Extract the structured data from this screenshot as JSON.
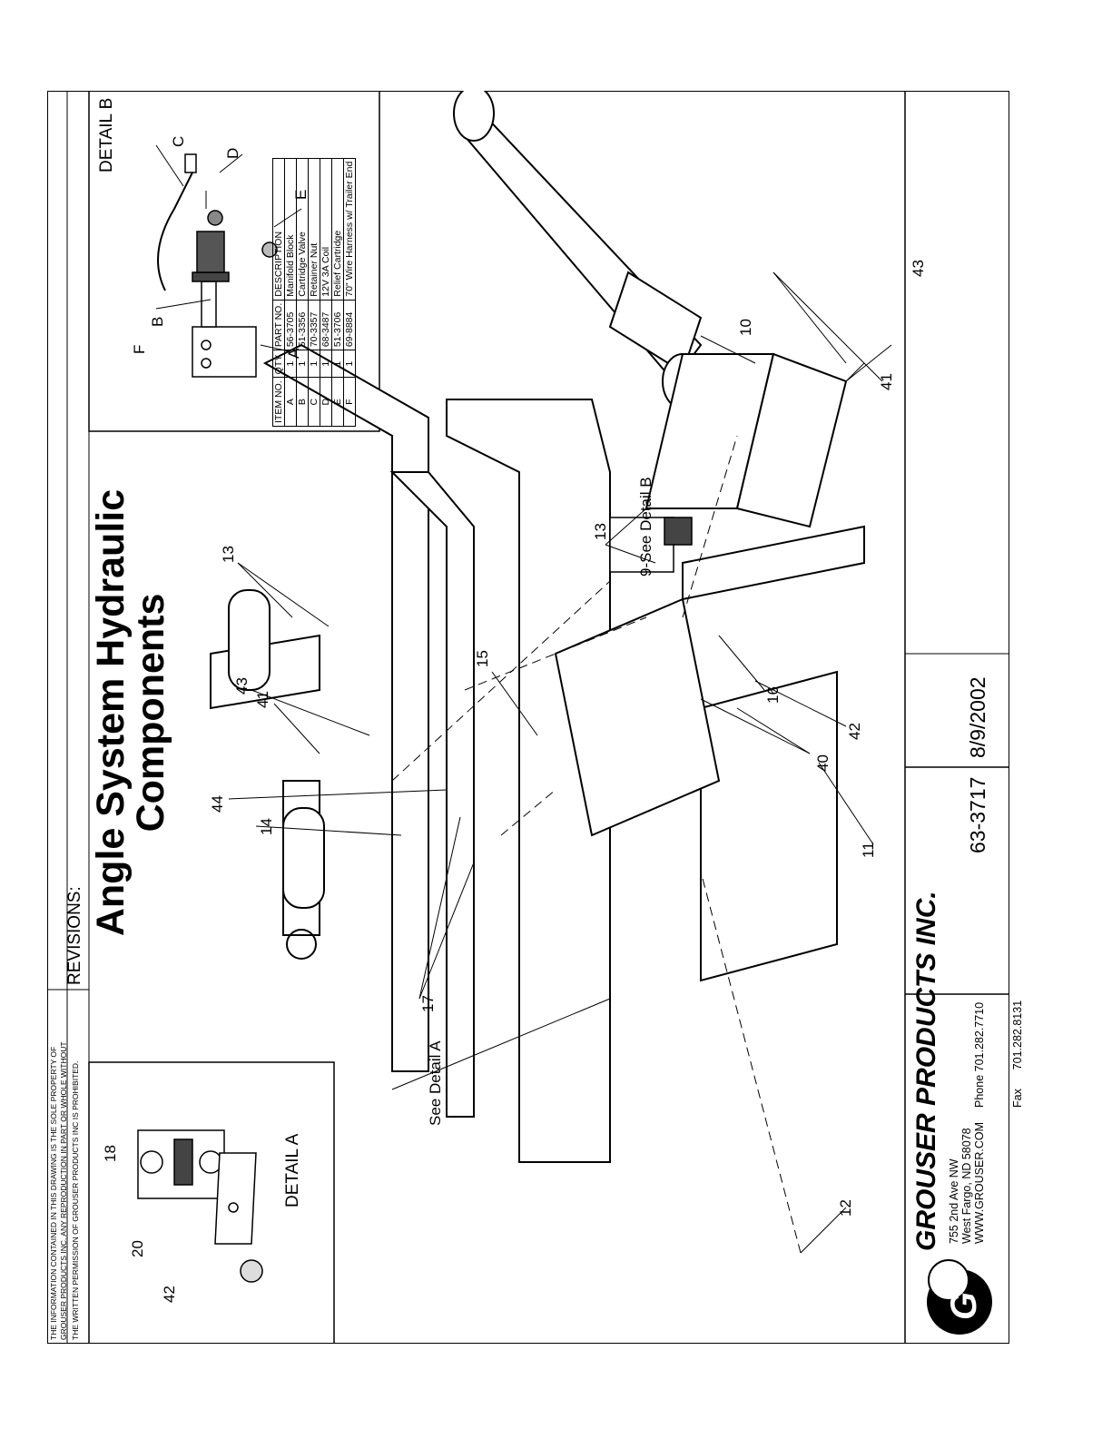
{
  "notice": {
    "line1": "THE INFORMATION CONTAINED IN THIS DRAWING IS THE SOLE PROPERTY OF",
    "line2": "GROUSER PRODUCTS INC. ANY REPRODUCTION IN PART OR WHOLE WITHOUT",
    "line3": "THE WRITTEN PERMISSION OF GROUSER PRODUCTS INC IS PROHIBITED."
  },
  "revisions_label": "REVISIONS:",
  "title": {
    "line1": "Angle System Hydraulic",
    "line2": "Components"
  },
  "detail_a": {
    "label": "DETAIL A",
    "callouts": [
      "18",
      "20",
      "42"
    ]
  },
  "detail_b": {
    "label": "DETAIL B",
    "callouts": [
      "A",
      "B",
      "C",
      "D",
      "E",
      "F"
    ]
  },
  "parts_table": {
    "headers": [
      "ITEM NO.",
      "QTY.",
      "PART NO.",
      "DESCRIPTION"
    ],
    "rows": [
      [
        "A",
        "1",
        "56-3705",
        "Manifold Block"
      ],
      [
        "B",
        "1",
        "51-3356",
        "Cartridge Valve"
      ],
      [
        "C",
        "1",
        "70-3357",
        "Retainer Nut"
      ],
      [
        "D",
        "1",
        "68-3487",
        "12V 3A Coil"
      ],
      [
        "E",
        "1",
        "51-3706",
        "Relief Cartridge"
      ],
      [
        "F",
        "1",
        "69-8884",
        "70\" Wire Harness w/ Trailer End"
      ]
    ]
  },
  "main_callouts": {
    "c13a": "13",
    "c41a": "41",
    "c43a": "43",
    "c14": "14",
    "c44": "44",
    "c17": "17",
    "c15": "15",
    "c16": "16",
    "c13b": "13",
    "c9": "9-See Detail B",
    "c40": "40",
    "c42": "42",
    "c10": "10",
    "c41b": "41",
    "c43b": "43",
    "c11": "11",
    "c12": "12",
    "see_detail_a": "See Detail A"
  },
  "company": {
    "logo_letter": "G",
    "name": "GROUSER PRODUCTS INC.",
    "address1": "755 2nd Ave NW",
    "address2": "West Fargo, ND 58078",
    "website": "WWW.GROUSER.COM",
    "phone": "Phone 701.282.7710",
    "fax": "Fax      701.282.8131"
  },
  "drawing_number": "63-3717",
  "drawing_date": "8/9/2002"
}
